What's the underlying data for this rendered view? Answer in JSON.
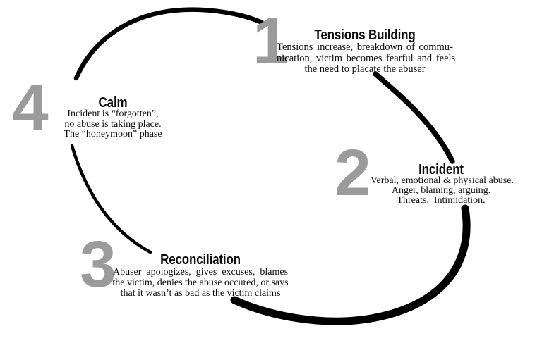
{
  "diagram": {
    "background_color": "#ffffff",
    "arc_color": "#000000",
    "number_color": "#9b9b9b",
    "stages": [
      {
        "number": "1",
        "title": "Tensions Building",
        "lines": [
          "Tensions increase, breakdown of commu-",
          "nication, victim becomes fearful and feels",
          "the need to placate the abuser"
        ]
      },
      {
        "number": "2",
        "title": "Incident",
        "lines": [
          "Verbal, emotional & physical abuse.",
          "Anger, blaming, arguing.",
          "Threats.  Intimidation."
        ]
      },
      {
        "number": "3",
        "title": "Reconciliation",
        "lines": [
          "Abuser apologizes, gives excuses, blames",
          "the victim, denies the abuse occured, or says",
          "that it wasn’t as bad as the victim claims"
        ]
      },
      {
        "number": "4",
        "title": "Calm",
        "lines": [
          "Incident is “forgotten”,",
          "no abuse is taking place.",
          "The “honeymoon” phase"
        ]
      }
    ]
  }
}
